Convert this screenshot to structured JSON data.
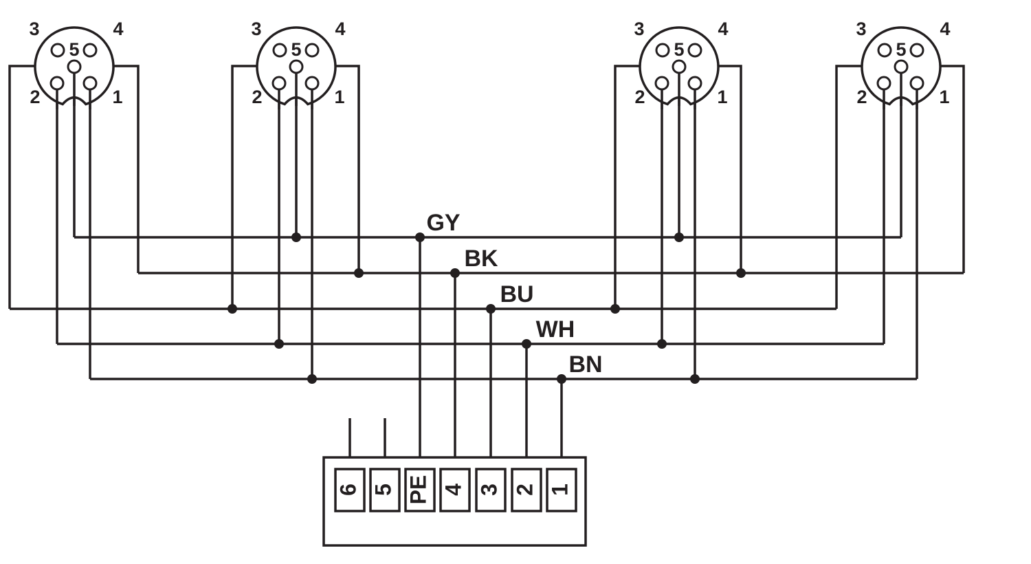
{
  "diagram": {
    "connectors": [
      {
        "id": "connector-1",
        "pins": [
          "1",
          "2",
          "3",
          "4",
          "5"
        ]
      },
      {
        "id": "connector-2",
        "pins": [
          "1",
          "2",
          "3",
          "4",
          "5"
        ]
      },
      {
        "id": "connector-3",
        "pins": [
          "1",
          "2",
          "3",
          "4",
          "5"
        ]
      },
      {
        "id": "connector-4",
        "pins": [
          "1",
          "2",
          "3",
          "4",
          "5"
        ]
      }
    ],
    "wire_colors": [
      "GY",
      "BK",
      "BU",
      "WH",
      "BN"
    ],
    "terminal_block": {
      "terminals": [
        "6",
        "5",
        "PE",
        "4",
        "3",
        "2",
        "1"
      ]
    },
    "wiring": [
      {
        "color": "GY",
        "connector_pin": "5",
        "terminal": "PE"
      },
      {
        "color": "BK",
        "connector_pin": "4",
        "terminal": "4"
      },
      {
        "color": "BU",
        "connector_pin": "3",
        "terminal": "3"
      },
      {
        "color": "WH",
        "connector_pin": "2",
        "terminal": "2"
      },
      {
        "color": "BN",
        "connector_pin": "1",
        "terminal": "1"
      }
    ],
    "unconnected_terminals": [
      "6",
      "5"
    ],
    "line_color": "#231f20"
  }
}
